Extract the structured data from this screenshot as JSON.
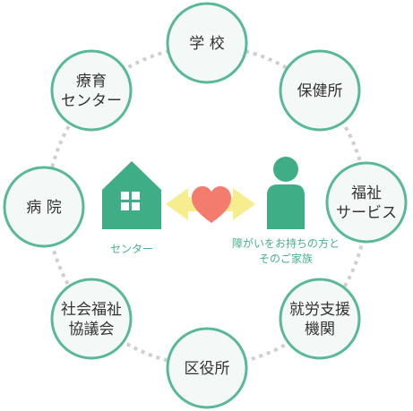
{
  "nodes": [
    {
      "lines": [
        "学 校"
      ]
    },
    {
      "lines": [
        "保健所"
      ]
    },
    {
      "lines": [
        "福祉",
        "サービス"
      ]
    },
    {
      "lines": [
        "就労支援",
        "機関"
      ]
    },
    {
      "lines": [
        "区役所"
      ]
    },
    {
      "lines": [
        "社会福祉",
        "協議会"
      ]
    },
    {
      "lines": [
        "病 院"
      ]
    },
    {
      "lines": [
        "療育",
        "センター"
      ]
    }
  ],
  "center": {
    "house_label": "センター",
    "person_label_line1": "障がいをお持ちの方と",
    "person_label_line2": "そのご家族",
    "house_icon": "house-icon",
    "person_icon": "person-icon",
    "heart_icon": "heart-icon",
    "arrow_icon": "double-arrow-icon"
  },
  "colors": {
    "green": "#3fae86",
    "circle_border": "#58b996",
    "circle_fill": "#f4f9f7",
    "ring": "#cfcfcf",
    "heart": "#f47c6e",
    "arrow": "#f6ed8f"
  }
}
